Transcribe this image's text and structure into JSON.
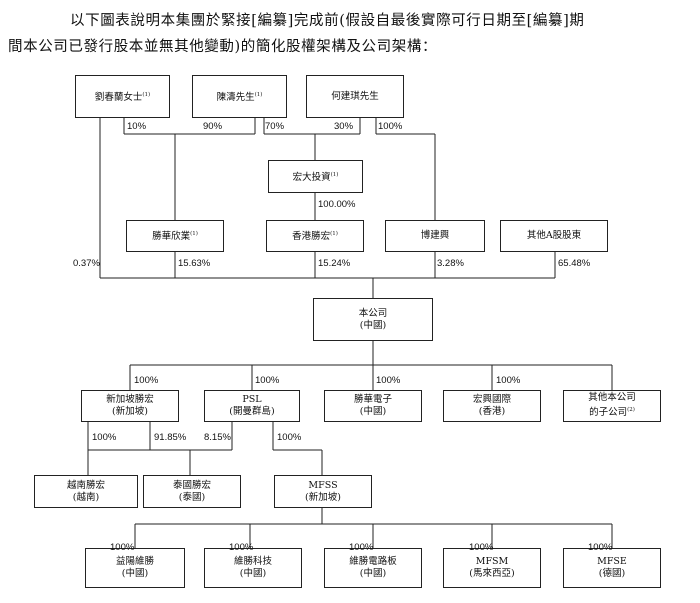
{
  "intro": {
    "line1": "以下圖表說明本集團於緊接[編纂]完成前(假設自最後實際可行日期至[編纂]期",
    "line2": "間本公司已發行股本並無其他變動)的簡化股權架構及公司架構："
  },
  "boxes": {
    "liu": {
      "name": "劉春蘭女士",
      "note": "(1)"
    },
    "chen": {
      "name": "陳濤先生",
      "note": "(1)"
    },
    "he": {
      "name": "何建琪先生",
      "note": ""
    },
    "hongda": {
      "name": "宏大投資",
      "note": "(1)"
    },
    "shenghua": {
      "name": "勝華欣業",
      "note": "(1)"
    },
    "hk_shenghong": {
      "name": "香港勝宏",
      "note": "(1)"
    },
    "bojianxing": {
      "name": "博建興",
      "note": ""
    },
    "other_a": {
      "name": "其他A股股東",
      "note": ""
    },
    "company": {
      "line1": "本公司",
      "line2": "(中國)"
    },
    "sg": {
      "line1": "新加坡勝宏",
      "line2": "(新加坡)"
    },
    "psl": {
      "line1": "PSL",
      "line2": "(開曼群島)"
    },
    "shenghua_elec": {
      "line1": "勝華電子",
      "line2": "(中國)"
    },
    "hongxing": {
      "line1": "宏興國際",
      "line2": "(香港)"
    },
    "other_sub": {
      "line1": "其他本公司",
      "line2": "的子公司",
      "note": "(2)"
    },
    "vn": {
      "line1": "越南勝宏",
      "line2": "(越南)"
    },
    "th": {
      "line1": "泰國勝宏",
      "line2": "(泰國)"
    },
    "mfss": {
      "line1": "MFSS",
      "line2": "(新加坡)"
    },
    "yiyang": {
      "line1": "益陽維勝",
      "line2": "(中國)"
    },
    "weisheng_tech": {
      "line1": "維勝科技",
      "line2": "(中國)"
    },
    "weisheng_pcb": {
      "line1": "維勝電路板",
      "line2": "(中國)"
    },
    "mfsm": {
      "line1": "MFSM",
      "line2": "(馬來西亞)"
    },
    "mfse": {
      "line1": "MFSE",
      "line2": "(德國)"
    }
  },
  "percentages": {
    "liu_shenghua": "10%",
    "chen_shenghua": "90%",
    "chen_hongda": "70%",
    "he_hongda": "30%",
    "he_bojianxing": "100%",
    "hongda_hk": "100.00%",
    "liu_company": "0.37%",
    "shenghua_company": "15.63%",
    "hk_company": "15.24%",
    "bojianxing_company": "3.28%",
    "other_a_company": "65.48%",
    "company_sg": "100%",
    "company_psl": "100%",
    "company_shenghua_elec": "100%",
    "company_hongxing": "100%",
    "sg_vn": "100%",
    "sg_th": "91.85%",
    "psl_th": "8.15%",
    "psl_mfss": "100%",
    "mfss_yiyang": "100%",
    "mfss_tech": "100%",
    "mfss_pcb": "100%",
    "mfss_mfsm": "100%",
    "mfss_mfse": "100%"
  }
}
